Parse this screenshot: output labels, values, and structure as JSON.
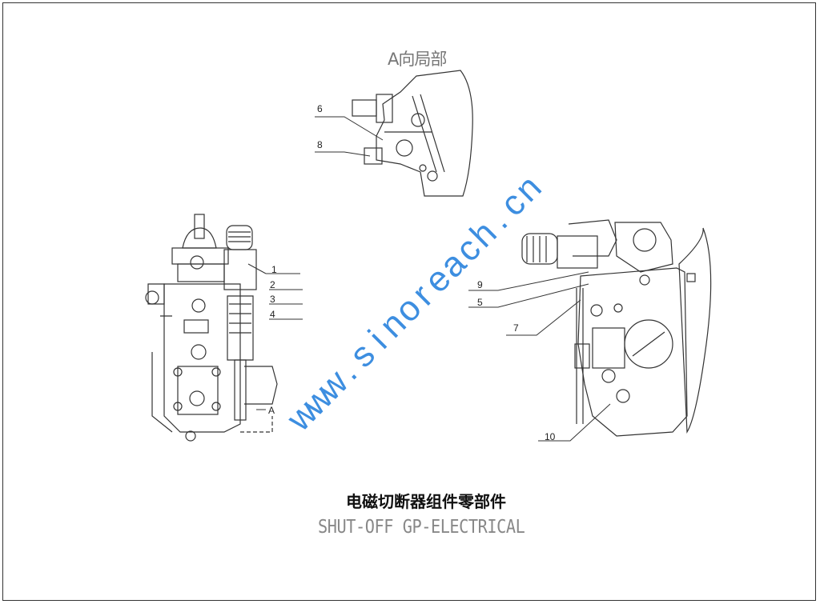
{
  "view_title": "A向局部",
  "title_cn": "电磁切断器组件零部件",
  "title_en": "SHUT-OFF GP-ELECTRICAL",
  "watermark": "www.sinoreach.cn",
  "callouts": [
    "1",
    "2",
    "3",
    "4",
    "5",
    "6",
    "7",
    "8",
    "9",
    "10"
  ],
  "view_marker": "A",
  "colors": {
    "watermark": "#3d8ee0",
    "line": "#333333"
  }
}
